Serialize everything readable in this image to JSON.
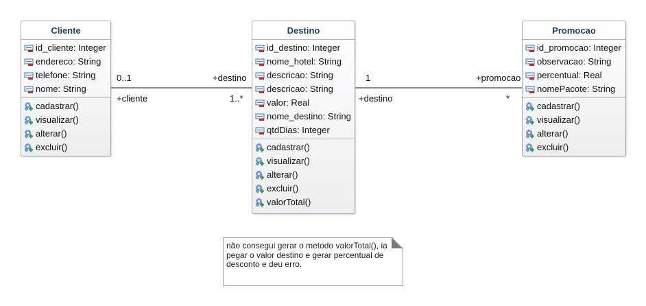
{
  "classes": {
    "cliente": {
      "name": "Cliente",
      "attributes": [
        "id_cliente: Integer",
        "endereco: String",
        "telefone: String",
        "nome: String"
      ],
      "operations": [
        "cadastrar()",
        "visualizar()",
        "alterar()",
        "excluir()"
      ]
    },
    "destino": {
      "name": "Destino",
      "attributes": [
        "id_destino: Integer",
        "nome_hotel: String",
        "descricao: String",
        "descricao: String",
        "valor: Real",
        "nome_destino: String",
        "qtdDias: Integer"
      ],
      "operations": [
        "cadastrar()",
        "visualizar()",
        "alterar()",
        "excluir()",
        "valorTotal()"
      ]
    },
    "promocao": {
      "name": "Promocao",
      "attributes": [
        "id_promocao: Integer",
        "observacao: String",
        "percentual: Real",
        "nomePacote: String"
      ],
      "operations": [
        "cadastrar()",
        "visualizar()",
        "alterar()",
        "excluir()"
      ]
    }
  },
  "associations": {
    "cliente_destino": {
      "left_multiplicity": "0..1",
      "left_role": "+cliente",
      "right_role": "+destino",
      "right_multiplicity": "1..*"
    },
    "destino_promocao": {
      "left_multiplicity": "1",
      "left_role": "+destino",
      "right_role": "+promocao",
      "right_multiplicity": "*"
    }
  },
  "note": {
    "text": "não consegui gerar o metodo valorTotal(), ia pegar o valor destino e gerar percentual de desconto e deu erro."
  },
  "icons": {
    "attribute": "private-attribute-icon",
    "operation": "public-operation-icon"
  },
  "colors": {
    "class_name": "#1e3f66",
    "attribute_icon": "#4a78b0",
    "private_marker": "#c62828",
    "operation_icon": "#3f74b5",
    "public_marker": "#2e9b3a"
  }
}
